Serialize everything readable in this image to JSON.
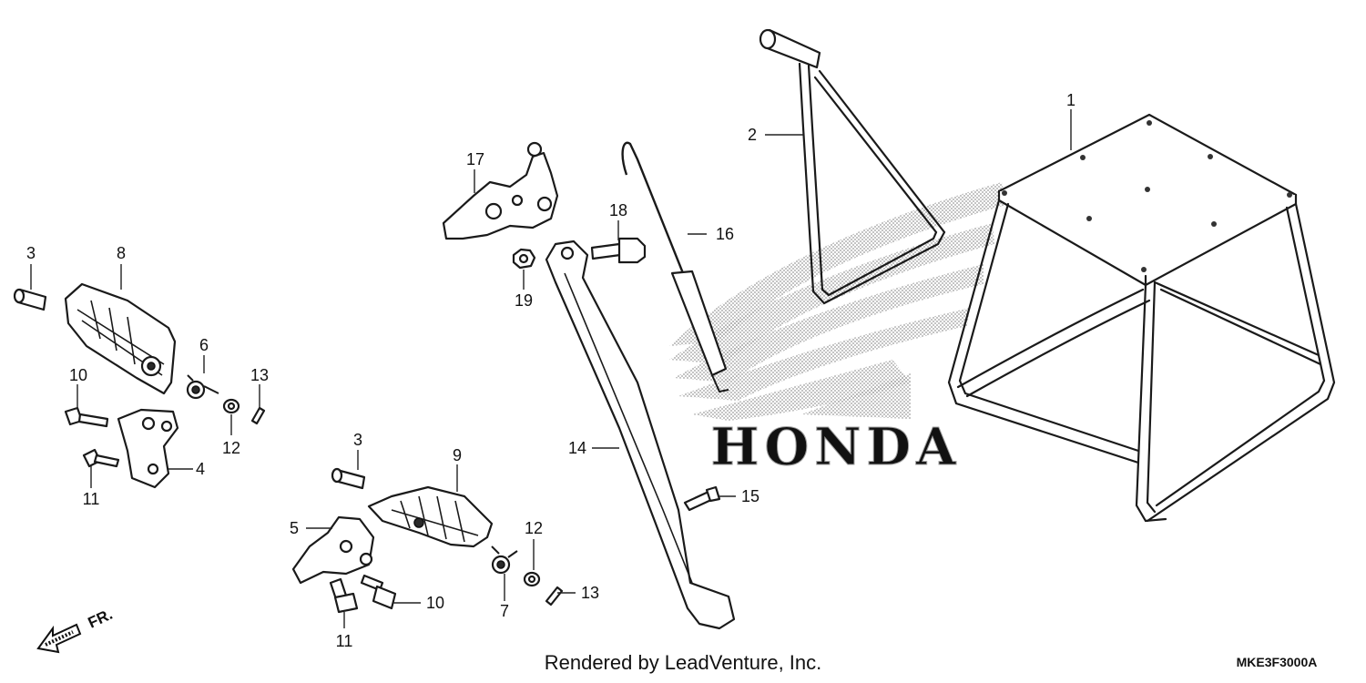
{
  "watermark": {
    "brand_text": "HONDA"
  },
  "footer": {
    "credit": "Rendered by LeadVenture, Inc.",
    "diagram_code": "MKE3F3000A",
    "front_indicator": "FR."
  },
  "callouts": [
    {
      "id": "c1",
      "text": "1"
    },
    {
      "id": "c2",
      "text": "2"
    },
    {
      "id": "c3a",
      "text": "3"
    },
    {
      "id": "c3b",
      "text": "3"
    },
    {
      "id": "c4",
      "text": "4"
    },
    {
      "id": "c5",
      "text": "5"
    },
    {
      "id": "c6",
      "text": "6"
    },
    {
      "id": "c7",
      "text": "7"
    },
    {
      "id": "c8",
      "text": "8"
    },
    {
      "id": "c9",
      "text": "9"
    },
    {
      "id": "c10a",
      "text": "10"
    },
    {
      "id": "c10b",
      "text": "10"
    },
    {
      "id": "c11a",
      "text": "11"
    },
    {
      "id": "c11b",
      "text": "11"
    },
    {
      "id": "c12a",
      "text": "12"
    },
    {
      "id": "c12b",
      "text": "12"
    },
    {
      "id": "c13a",
      "text": "13"
    },
    {
      "id": "c13b",
      "text": "13"
    },
    {
      "id": "c14",
      "text": "14"
    },
    {
      "id": "c15",
      "text": "15"
    },
    {
      "id": "c16",
      "text": "16"
    },
    {
      "id": "c17",
      "text": "17"
    },
    {
      "id": "c18",
      "text": "18"
    },
    {
      "id": "c19",
      "text": "19"
    }
  ]
}
